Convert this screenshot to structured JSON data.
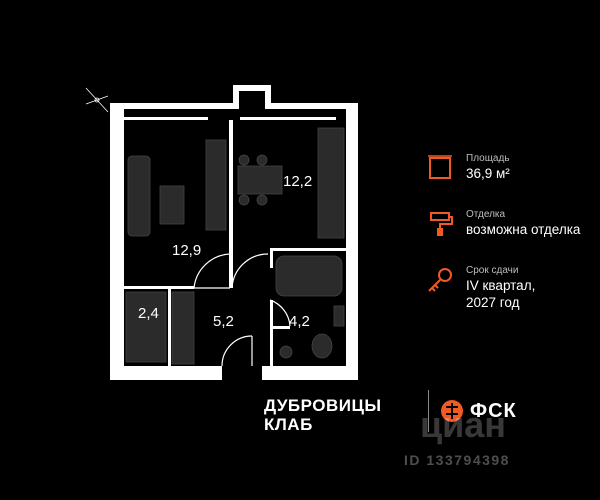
{
  "rooms": [
    {
      "label": "12,2"
    },
    {
      "label": "12,9"
    },
    {
      "label": "2,4"
    },
    {
      "label": "5,2"
    },
    {
      "label": "4,2"
    }
  ],
  "info": {
    "area": {
      "title": "Площадь",
      "value": "36,9 м²",
      "icon": "area-icon"
    },
    "finish": {
      "title": "Отделка",
      "value": "возможна отделка",
      "icon": "paint-roller-icon"
    },
    "delivery": {
      "title": "Срок сдачи",
      "value_line1": "IV квартал,",
      "value_line2": "2027 год",
      "icon": "key-icon"
    }
  },
  "brand": {
    "line1": "ДУБРОВИЦЫ",
    "line2": "КЛАБ"
  },
  "developer": {
    "name": "ФСК",
    "accent": "#f15a24"
  },
  "watermark": {
    "logo": "циан",
    "id": "ID 133794398"
  },
  "colors": {
    "background": "#000000",
    "wall": "#ffffff",
    "accent": "#f15a24"
  }
}
